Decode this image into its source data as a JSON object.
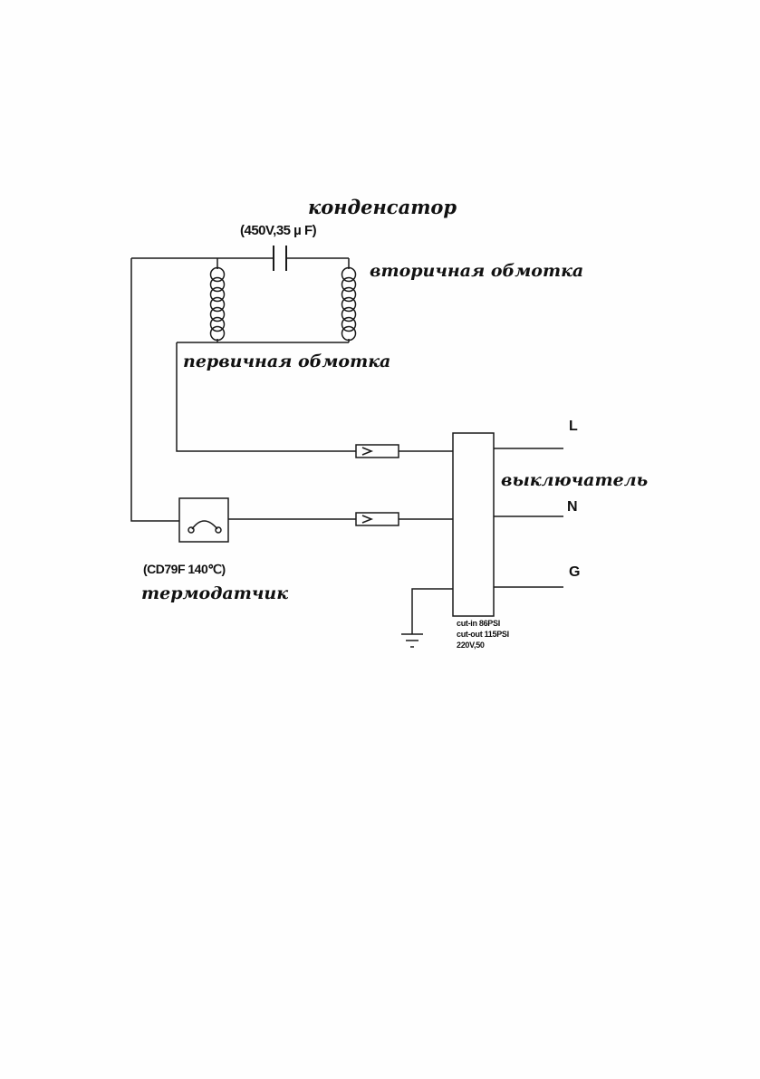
{
  "diagram": {
    "labels": {
      "capacitor_title": "конденсатор",
      "capacitor_spec": "(450V,35 µ F)",
      "secondary_winding": "вторичная обмотка",
      "primary_winding": "первичная обмотка",
      "switch": "выключатель",
      "thermostat_spec": "(CD79F 140℃)",
      "thermostat": "термодатчик",
      "terminal_l": "L",
      "terminal_n": "N",
      "terminal_g": "G"
    },
    "pressure_switch_specs": {
      "line1": "cut-in 86PSI",
      "line2": "cut-out 115PSI",
      "line3": "220V,50"
    },
    "colors": {
      "line": "#1a1a1a",
      "background": "#fefefe"
    }
  }
}
